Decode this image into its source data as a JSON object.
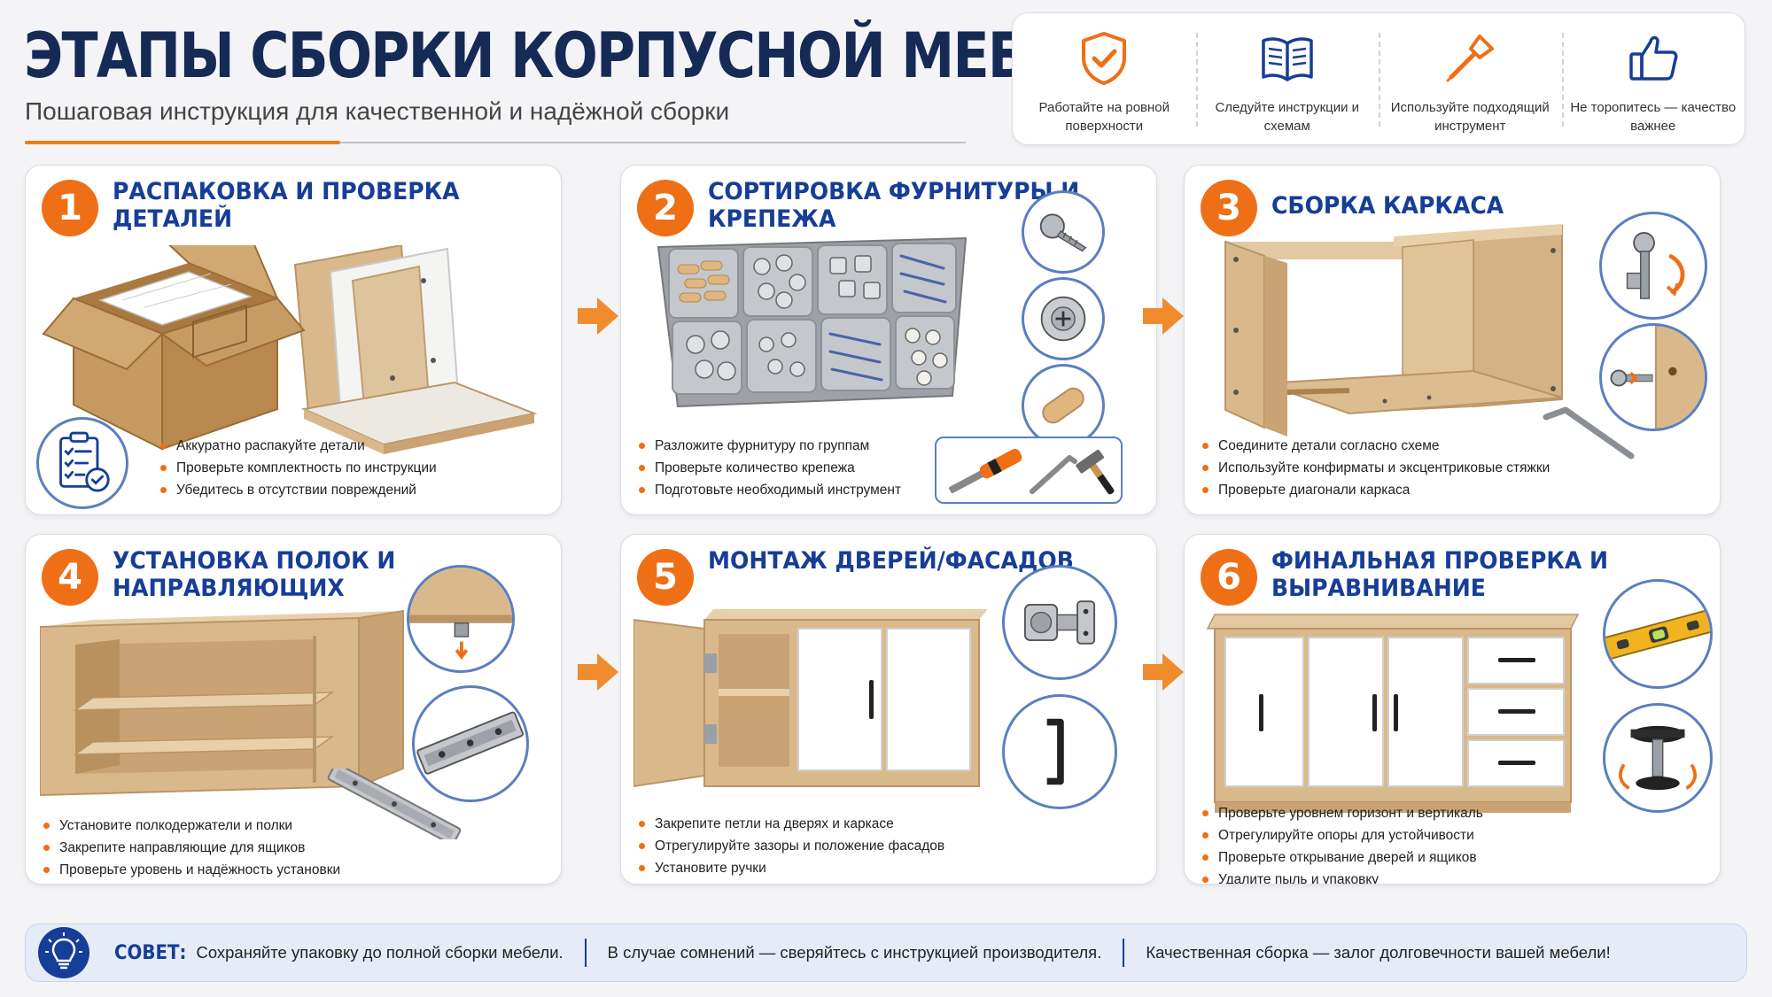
{
  "header": {
    "title": "ЭТАПЫ СБОРКИ КОРПУСНОЙ МЕБЕЛИ",
    "subtitle": "Пошаговая инструкция для качественной и надёжной сборки"
  },
  "tips": [
    {
      "icon": "shield-check-icon",
      "text": "Работайте на ровной поверхности"
    },
    {
      "icon": "open-book-icon",
      "text": "Следуйте инструкции и схемам"
    },
    {
      "icon": "screwdriver-icon",
      "text": "Используйте подходящий инструмент"
    },
    {
      "icon": "thumbs-up-icon",
      "text": "Не торопитесь — качество важнее"
    }
  ],
  "steps": [
    {
      "number": "1",
      "title": "РАСПАКОВКА И ПРОВЕРКА ДЕТАЛЕЙ",
      "bullets": [
        "Аккуратно распакуйте детали",
        "Проверьте комплектность по инструкции",
        "Убедитесь в отсутствии повреждений"
      ]
    },
    {
      "number": "2",
      "title": "СОРТИРОВКА ФУРНИТУРЫ И КРЕПЕЖА",
      "bullets": [
        "Разложите фурнитуру по группам",
        "Проверьте количество крепежа",
        "Подготовьте необходимый инструмент"
      ]
    },
    {
      "number": "3",
      "title": "СБОРКА КАРКАСА",
      "bullets": [
        "Соедините детали согласно схеме",
        "Используйте конфирматы и эксцентриковые стяжки",
        "Проверьте диагонали каркаса"
      ]
    },
    {
      "number": "4",
      "title": "УСТАНОВКА ПОЛОК И НАПРАВЛЯЮЩИХ",
      "bullets": [
        "Установите полкодержатели и полки",
        "Закрепите направляющие для ящиков",
        "Проверьте уровень и надёжность установки"
      ]
    },
    {
      "number": "5",
      "title": "МОНТАЖ ДВЕРЕЙ/ФАСАДОВ",
      "bullets": [
        "Закрепите петли на дверях и каркасе",
        "Отрегулируйте зазоры и положение фасадов",
        "Установите ручки"
      ]
    },
    {
      "number": "6",
      "title": "ФИНАЛЬНАЯ ПРОВЕРКА И ВЫРАВНИВАНИЕ",
      "bullets": [
        "Проверьте уровнем горизонт и вертикаль",
        "Отрегулируйте опоры для устойчивости",
        "Проверьте открывание дверей и ящиков",
        "Удалите пыль и упаковку"
      ]
    }
  ],
  "footer": {
    "label": "СОВЕТ:",
    "tips": [
      "Сохраняйте упаковку до полной сборки мебели.",
      "В случае сомнений — сверяйтесь с инструкцией производителя.",
      "Качественная сборка — залог долговечности вашей мебели!"
    ]
  },
  "colors": {
    "accent": "#ef6f16",
    "title": "#152a55",
    "step_title": "#163d97",
    "wood": "#d9b98c",
    "cardboard": "#c79a62"
  }
}
